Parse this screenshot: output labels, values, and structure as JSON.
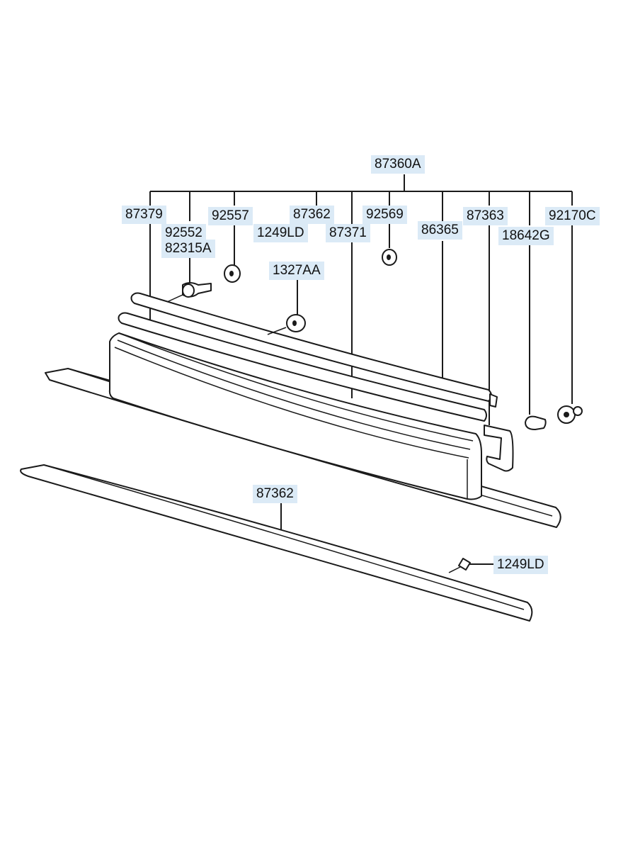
{
  "labels": {
    "assembly": "87360A",
    "molding_upper": "87379",
    "bulb_a": "92552",
    "socket_a": "82315A",
    "grommet_a": "92557",
    "strip_top": "87362",
    "screw_top": "1249LD",
    "strip_mid": "87371",
    "grommet_b": "92569",
    "emblem": "86365",
    "strip_right": "87363",
    "bulb_b": "18642G",
    "socket_b": "92170C",
    "nut": "1327AA",
    "molding_lower": "87362",
    "screw_lower": "1249LD"
  }
}
